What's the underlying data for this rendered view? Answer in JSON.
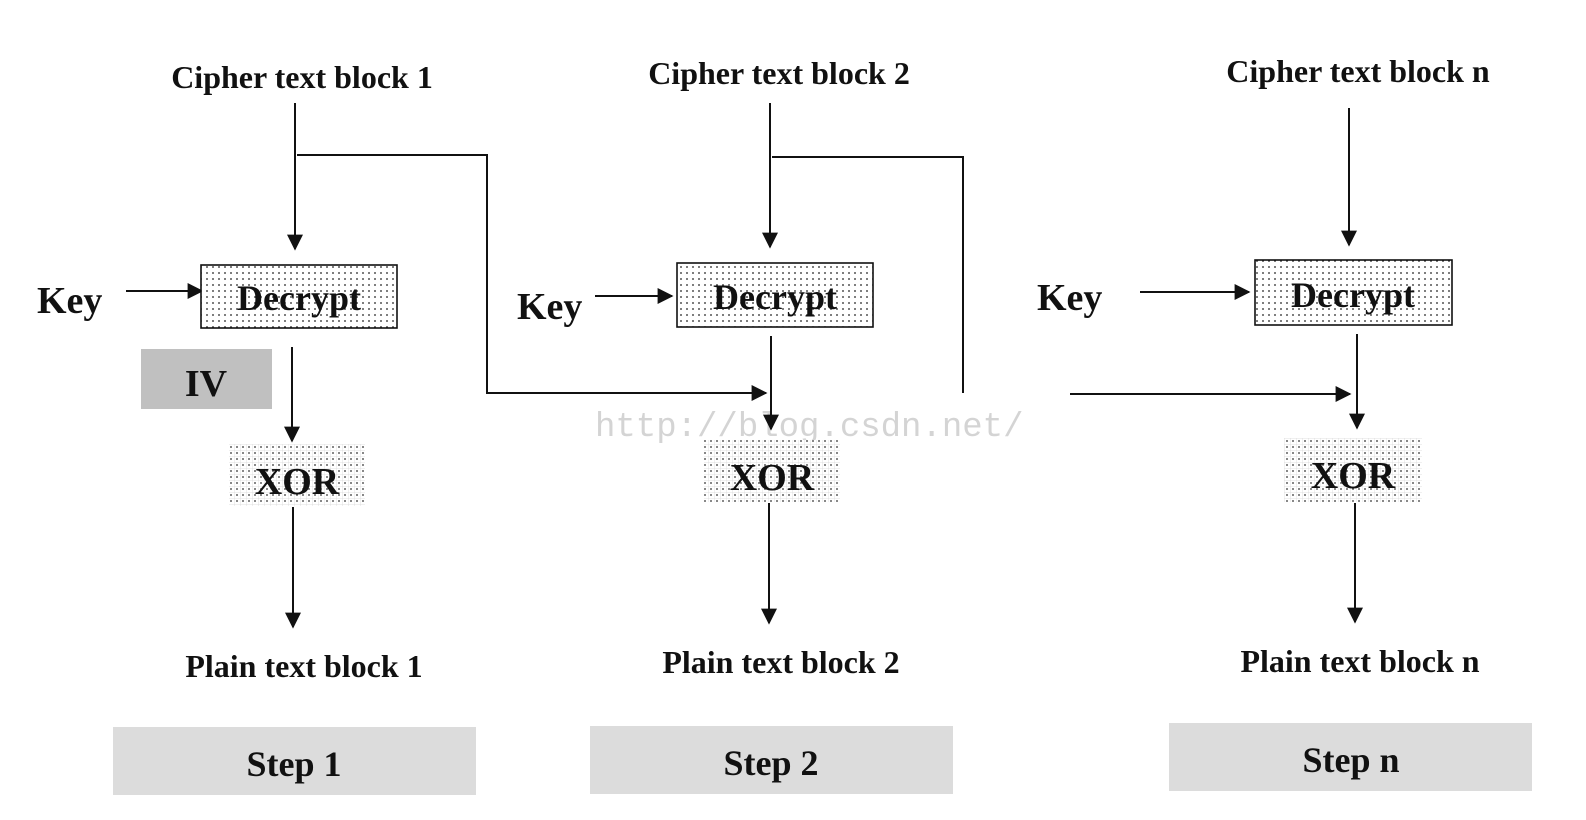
{
  "colors": {
    "line": "#111111",
    "iv_fill": "#c0c0c0",
    "step_fill": "#dcdcdc",
    "watermark": "#d4d4d4",
    "box_fill": "#ffffff"
  },
  "steps": [
    {
      "ciphertext": "Cipher text block 1",
      "key": "Key",
      "decrypt": "Decrypt",
      "iv": "IV",
      "xor": "XOR",
      "plaintext": "Plain text block 1",
      "step": "Step 1"
    },
    {
      "ciphertext": "Cipher text block 2",
      "key": "Key",
      "decrypt": "Decrypt",
      "xor": "XOR",
      "plaintext": "Plain text block 2",
      "step": "Step 2"
    },
    {
      "ciphertext": "Cipher text block n",
      "key": "Key",
      "decrypt": "Decrypt",
      "xor": "XOR",
      "plaintext": "Plain text block n",
      "step": "Step n"
    }
  ],
  "watermark": "http://blog.csdn.net/"
}
